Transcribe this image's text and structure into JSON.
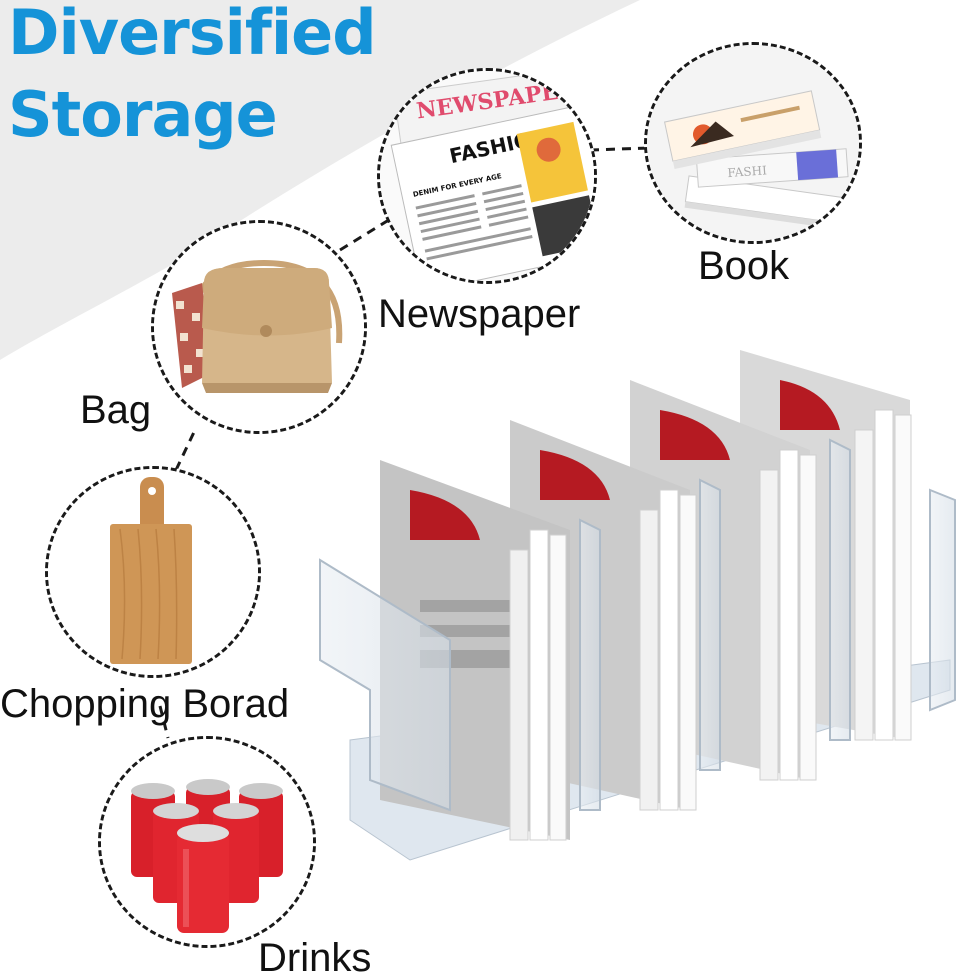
{
  "title": {
    "line1": "Diversified",
    "line2": "Storage"
  },
  "items": {
    "newspaper": {
      "label": "Newspaper",
      "icon": "newspaper-icon",
      "print_word_1": "FASHION",
      "print_word_2": "DENIM FOR EVERY AGE",
      "print_word_3": "NEWSPAPER"
    },
    "book": {
      "label": "Book",
      "icon": "book-stack-icon"
    },
    "bag": {
      "label": "Bag",
      "icon": "handbag-icon"
    },
    "board": {
      "label": "Chopping Borad",
      "icon": "chopping-board-icon"
    },
    "drinks": {
      "label": "Drinks",
      "icon": "soda-cans-icon"
    }
  },
  "colors": {
    "title_blue": "#1593d8",
    "swoosh_gray": "#ececec",
    "bag_tan": "#d6b68a",
    "board_wood": "#cf9656",
    "can_red": "#d8202a"
  }
}
